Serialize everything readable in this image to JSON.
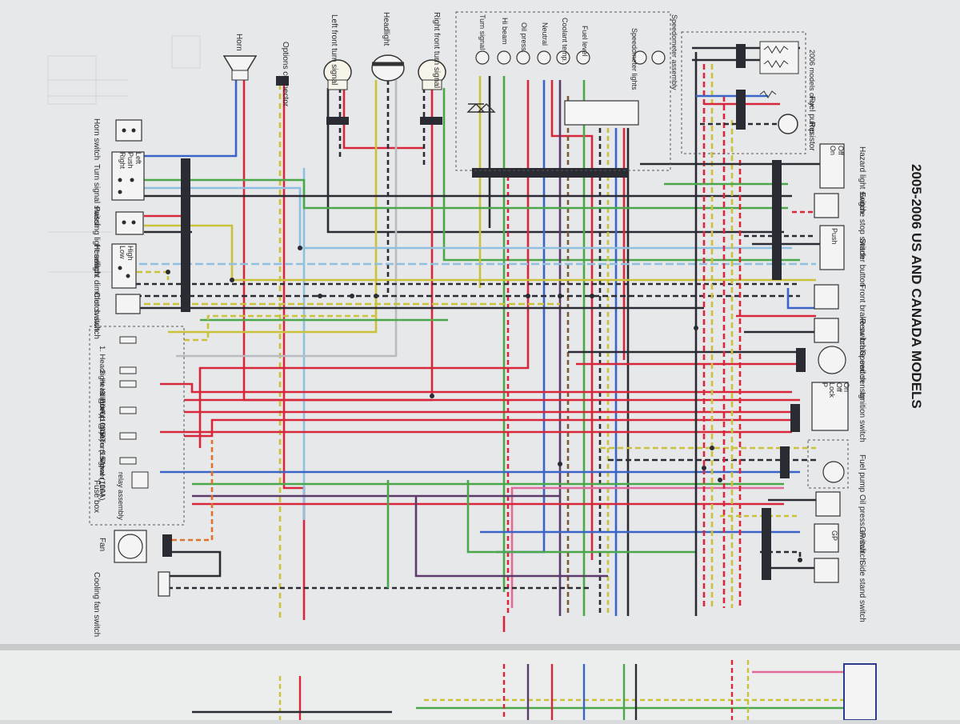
{
  "title": "2005-2006 US AND CANADA MODELS",
  "notes": {
    "models_2006": "2006 models only",
    "speedo_assembly": "Speedometer assembly"
  },
  "top_components": {
    "horn": "Horn",
    "options": "Options connector",
    "left_turn": "Left front turn signal",
    "headlight": "Headlight",
    "right_turn": "Right front turn signal",
    "resistor": "Resistor",
    "fuel_pump_top": "Fuel pump"
  },
  "indicator_lights": [
    "Turn signal",
    "Hi beam",
    "Oil press.",
    "Neutral",
    "Coolant temp.",
    "Fuel level",
    "Speedometer lights"
  ],
  "left_switches": {
    "horn_switch": "Horn switch",
    "turn_switch": "Turn signal switch",
    "turn_table": [
      "Left",
      "Push",
      "Right"
    ],
    "passing_switch": "Passing light switch",
    "dimmer_switch": "Headlight dimmer switch",
    "dimmer_table": [
      "High",
      "Low"
    ],
    "clutch_switch": "Clutch switch"
  },
  "fuses": [
    "1. Headlight Hi (10A)",
    "2. Headlight Lo (10A)",
    "3. Fuel (10A)",
    "4. Ignition (15A)",
    "5.Turn signal (10A)",
    "6. Power (10A)"
  ],
  "fuse_box": {
    "relay": "relay assembly",
    "label": "Fuse box"
  },
  "bottom_left": {
    "fan": "Fan",
    "fan_switch": "Cooling fan switch"
  },
  "right_switches": {
    "hazard": "Hazard light switch",
    "hazard_table": [
      "Off",
      "On"
    ],
    "engine_stop": "Engine stop switch",
    "starter": "Starter button",
    "starter_table": [
      "Push"
    ],
    "front_brake": "Front brake switch",
    "rear_brake": "Rear brake switch",
    "speed_sensor": "Speed sensor",
    "ignition": "Ignition switch",
    "ignition_table": [
      "On",
      "Off",
      "Lock",
      "P"
    ],
    "fuel_pump": "Fuel pump",
    "oil_press": "Oil press. switch",
    "gp_switch": "GP switch",
    "gp_text": "GP",
    "side_stand": "Side stand switch"
  },
  "colors": {
    "paper": "#e6e7e9",
    "black": "#2b2b33",
    "red": "#d8263a",
    "yellow": "#c9c23a",
    "green": "#4aa84a",
    "blue": "#3a64c8",
    "lightblue": "#8fc0df",
    "brown": "#7a5a3a",
    "orange": "#e0702a",
    "purple": "#5c3a6a",
    "pink": "#e06a9a",
    "gray": "#9aa0a6"
  }
}
